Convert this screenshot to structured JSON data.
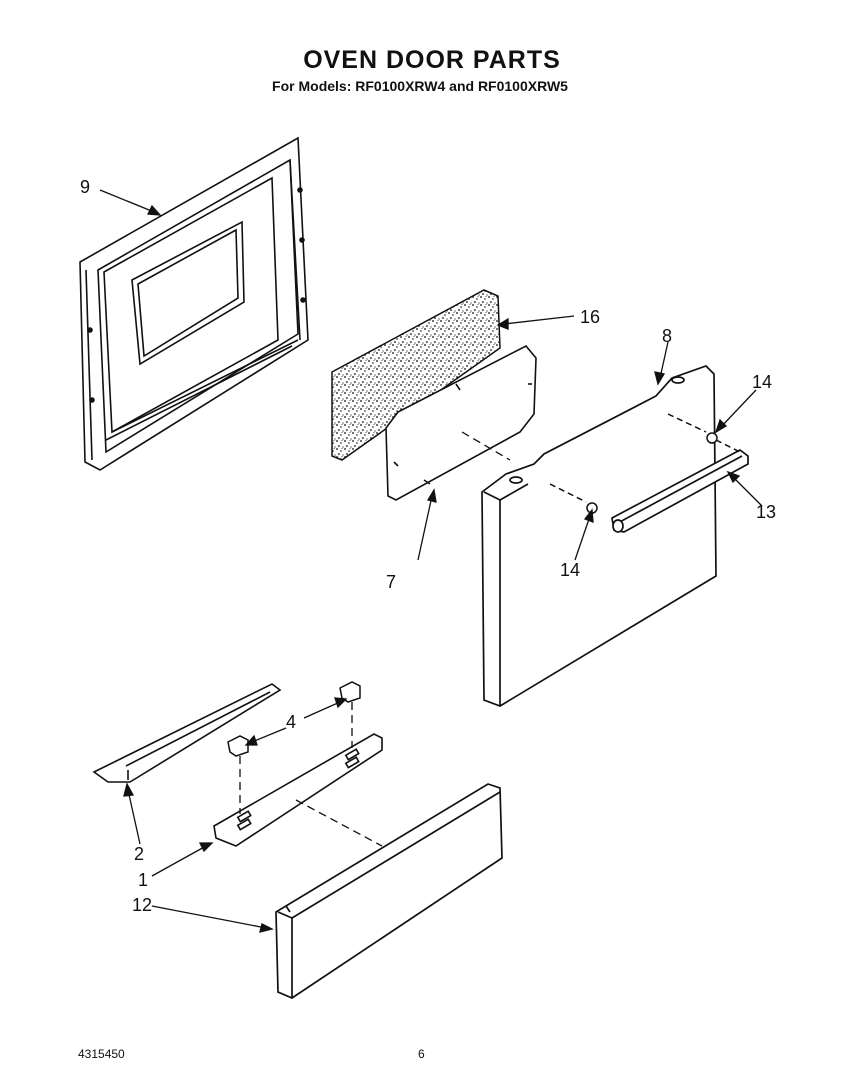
{
  "header": {
    "title": "OVEN DOOR PARTS",
    "subtitle": "For Models: RF0100XRW4 and RF0100XRW5"
  },
  "callouts": [
    "9",
    "16",
    "8",
    "14",
    "7",
    "14",
    "13",
    "4",
    "2",
    "1",
    "12"
  ],
  "footer": {
    "part_number": "4315450",
    "page_number": "6"
  }
}
